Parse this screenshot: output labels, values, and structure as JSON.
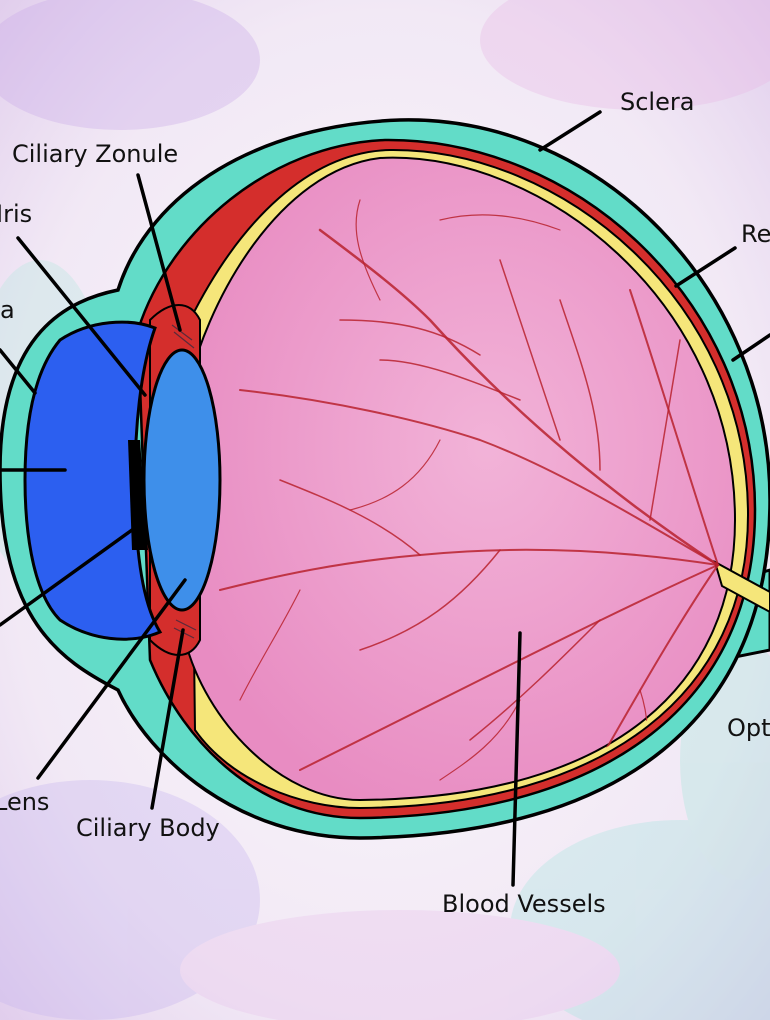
{
  "diagram": {
    "labels": {
      "sclera": "Sclera",
      "ciliary_zonule": "Ciliary Zonule",
      "iris": "Iris",
      "cornea_partial": "a",
      "retina_partial": "Re",
      "lens": "Lens",
      "ciliary_body": "Ciliary Body",
      "blood_vessels": "Blood Vessels",
      "optic_partial": "Opt"
    },
    "colors": {
      "background": "#f6f0f7",
      "sclera": "#62dcc8",
      "choroid": "#d42e2c",
      "retina": "#f5e67a",
      "vitreous": "#ec98c8",
      "cornea_chamber": "#2c5ff0",
      "lens": "#3e8fea",
      "outline": "#000000"
    }
  }
}
